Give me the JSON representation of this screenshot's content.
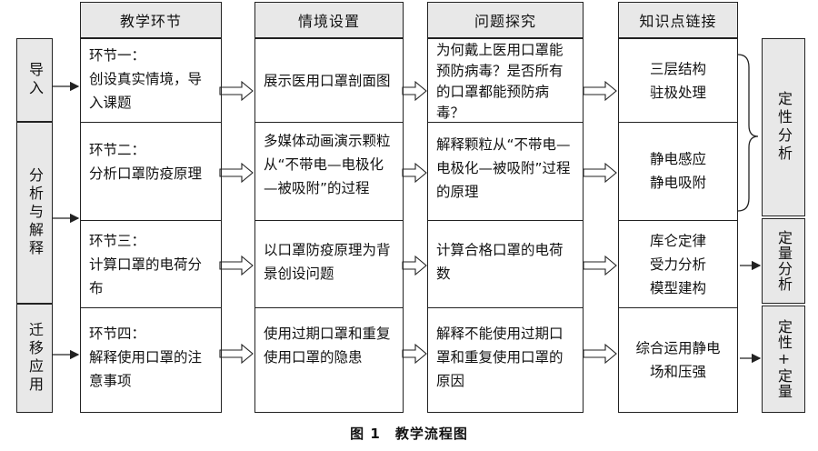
{
  "headers": [
    "教学环节",
    "情境设置",
    "问题探究",
    "知识点链接"
  ],
  "stages": [
    "导入",
    "分析与解释",
    "迁移应用"
  ],
  "rows": [
    {
      "link": "环节一：\n创设真实情境，导入课题",
      "scene": "展示医用口罩剖面图",
      "question": "为何戴上医用口罩能预防病毒？是否所有的口罩都能预防病毒？",
      "knowledge": "三层结构\n驻极处理"
    },
    {
      "link": "环节二：\n分析口罩防疫原理",
      "scene": "多媒体动画演示颗粒从“不带电—电极化—被吸附”的过程",
      "question": "解释颗粒从“不带电—电极化—被吸附”过程的原理",
      "knowledge": "静电感应\n静电吸附"
    },
    {
      "link": "环节三：\n计算口罩的电荷分布",
      "scene": "以口罩防疫原理为背景创设问题",
      "question": "计算合格口罩的电荷数",
      "knowledge": "库仑定律\n受力分析\n模型建构"
    },
    {
      "link": "环节四：\n解释使用口罩的注意事项",
      "scene": "使用过期口罩和重复使用口罩的隐患",
      "question": "解释不能使用过期口罩和重复使用口罩的原因",
      "knowledge": "综合运用静电场和压强"
    }
  ],
  "analysis": [
    "定性分析",
    "定量分析",
    "定性+定量"
  ],
  "caption": "图 1　教学流程图"
}
